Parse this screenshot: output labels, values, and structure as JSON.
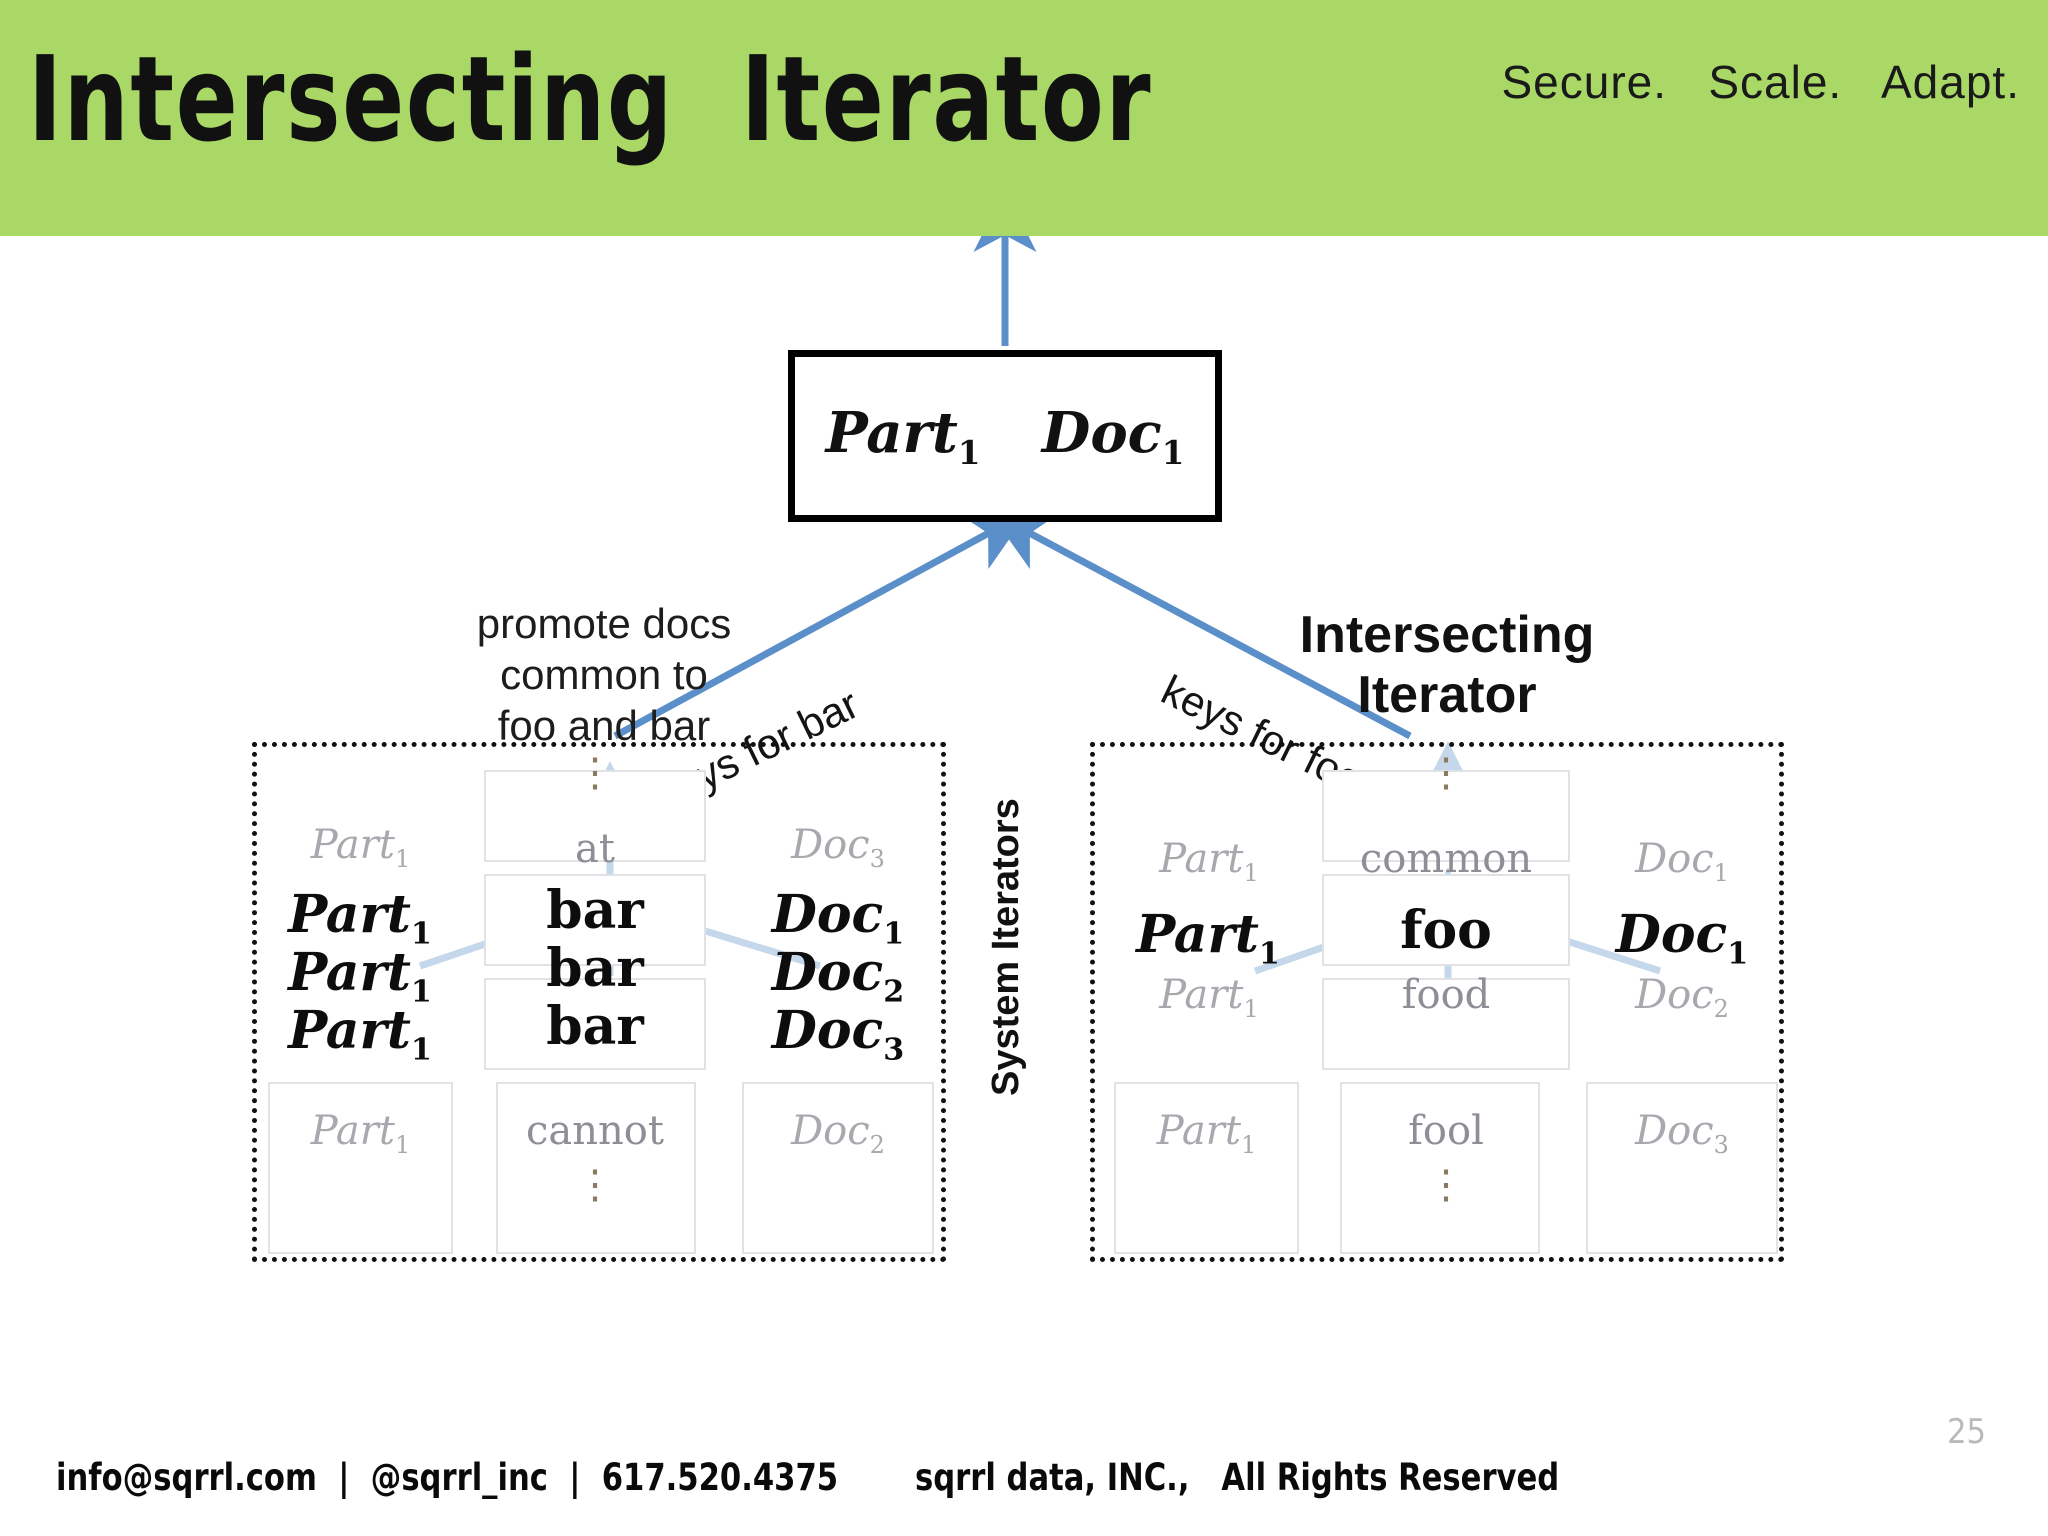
{
  "header": {
    "title": "Intersecting  Iterator",
    "tagline": "Secure.   Scale.   Adapt.",
    "banner_color": "#a9d866"
  },
  "diagram": {
    "result_box": {
      "part": "Part",
      "part_sub": "1",
      "doc": "Doc",
      "doc_sub": "1"
    },
    "promote_note": "promote docs\ncommon to\nfoo and bar",
    "iterator_label": "Intersecting\nIterator",
    "arrow_label_left": "keys for bar",
    "arrow_label_right": "keys for foo",
    "system_iterators_label": "System Iterators",
    "arrow_color": "#5b8fc9",
    "cell_border_color": "#e2e2e6",
    "groups": [
      {
        "name": "bar-group",
        "rows": [
          {
            "part": "Part",
            "part_sub": "1",
            "term": "⋮",
            "doc": "Doc",
            "doc_sub": "3",
            "emphasis": "faint",
            "term_emphasis": "dots"
          },
          {
            "part": "Part",
            "part_sub": "1",
            "term": "at",
            "doc": "Doc",
            "doc_sub": "3",
            "emphasis": "faint",
            "term_emphasis": "faint"
          },
          {
            "part": "Part",
            "part_sub": "1",
            "term": "bar",
            "doc": "Doc",
            "doc_sub": "1",
            "emphasis": "strong",
            "term_emphasis": "strong"
          },
          {
            "part": "Part",
            "part_sub": "1",
            "term": "bar",
            "doc": "Doc",
            "doc_sub": "2",
            "emphasis": "strong",
            "term_emphasis": "strong"
          },
          {
            "part": "Part",
            "part_sub": "1",
            "term": "bar",
            "doc": "Doc",
            "doc_sub": "3",
            "emphasis": "strong",
            "term_emphasis": "strong"
          },
          {
            "part": "Part",
            "part_sub": "1",
            "term": "cannot",
            "doc": "Doc",
            "doc_sub": "2",
            "emphasis": "faint",
            "term_emphasis": "faint"
          },
          {
            "part": "",
            "part_sub": "",
            "term": "⋮",
            "doc": "",
            "doc_sub": "",
            "emphasis": "faint",
            "term_emphasis": "dots"
          }
        ]
      },
      {
        "name": "foo-group",
        "rows": [
          {
            "part": "Part",
            "part_sub": "1",
            "term": "⋮",
            "doc": "Doc",
            "doc_sub": "1",
            "emphasis": "faint",
            "term_emphasis": "dots"
          },
          {
            "part": "Part",
            "part_sub": "1",
            "term": "common",
            "doc": "Doc",
            "doc_sub": "1",
            "emphasis": "faint",
            "term_emphasis": "faint"
          },
          {
            "part": "Part",
            "part_sub": "1",
            "term": "foo",
            "doc": "Doc",
            "doc_sub": "1",
            "emphasis": "strong",
            "term_emphasis": "strong"
          },
          {
            "part": "Part",
            "part_sub": "1",
            "term": "food",
            "doc": "Doc",
            "doc_sub": "2",
            "emphasis": "faint",
            "term_emphasis": "faint"
          },
          {
            "part": "Part",
            "part_sub": "1",
            "term": "fool",
            "doc": "Doc",
            "doc_sub": "3",
            "emphasis": "faint",
            "term_emphasis": "faint"
          },
          {
            "part": "",
            "part_sub": "",
            "term": "⋮",
            "doc": "",
            "doc_sub": "",
            "emphasis": "faint",
            "term_emphasis": "dots"
          }
        ]
      }
    ]
  },
  "left_group_text": {
    "part_faint_top": "Part",
    "part_faint_top_sub": "1",
    "part_b1": "Part",
    "part_b1_sub": "1",
    "part_b2": "Part",
    "part_b2_sub": "1",
    "part_b3": "Part",
    "part_b3_sub": "1",
    "part_faint_bottom": "Part",
    "part_faint_bottom_sub": "1",
    "term_dots_top": "⋮",
    "term_at": "at",
    "term_bar1": "bar",
    "term_bar2": "bar",
    "term_bar3": "bar",
    "term_cannot": "cannot",
    "term_dots_bottom": "⋮",
    "doc_faint_top": "Doc",
    "doc_faint_top_sub": "3",
    "doc_b1": "Doc",
    "doc_b1_sub": "1",
    "doc_b2": "Doc",
    "doc_b2_sub": "2",
    "doc_b3": "Doc",
    "doc_b3_sub": "3",
    "doc_faint_bottom": "Doc",
    "doc_faint_bottom_sub": "2"
  },
  "right_group_text": {
    "part_faint_top": "Part",
    "part_faint_top_sub": "1",
    "part_strong": "Part",
    "part_strong_sub": "1",
    "part_faint_mid": "Part",
    "part_faint_mid_sub": "1",
    "part_faint_bottom": "Part",
    "part_faint_bottom_sub": "1",
    "term_dots_top": "⋮",
    "term_common": "common",
    "term_foo": "foo",
    "term_food": "food",
    "term_fool": "fool",
    "term_dots_bottom": "⋮",
    "doc_faint_top": "Doc",
    "doc_faint_top_sub": "1",
    "doc_strong": "Doc",
    "doc_strong_sub": "1",
    "doc_faint_mid": "Doc",
    "doc_faint_mid_sub": "2",
    "doc_faint_bottom": "Doc",
    "doc_faint_bottom_sub": "3"
  },
  "footer": {
    "contact": "info@sqrrl.com  |  @sqrrl_inc  |  617.520.4375",
    "copyright": "sqrrl data, INC.,   All Rights Reserved",
    "page_number": "25"
  }
}
